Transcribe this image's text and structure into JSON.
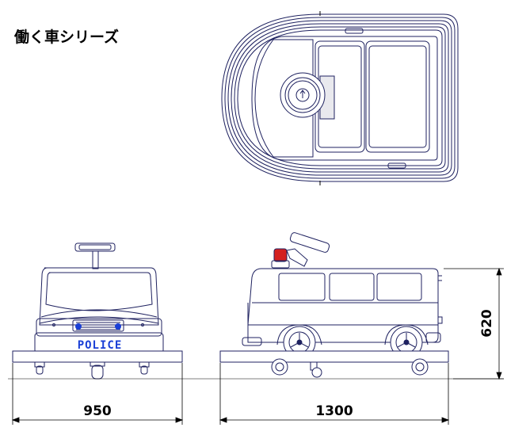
{
  "title": "働く車シリーズ",
  "front_view": {
    "plate": "POLICE"
  },
  "dimensions": {
    "front_width": "950",
    "side_length": "1300",
    "side_height": "620"
  },
  "colors": {
    "line": "#1f2260",
    "accent": "#1a3fd6",
    "beacon": "#d42020",
    "dim": "#000000"
  }
}
